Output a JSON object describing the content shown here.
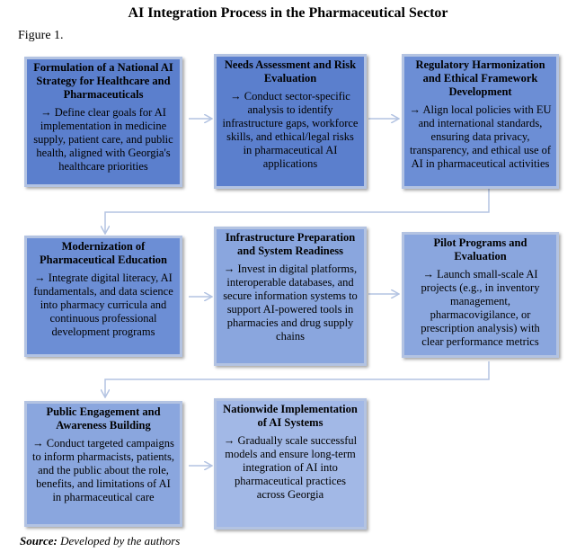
{
  "title": "AI Integration Process in the Pharmaceutical Sector",
  "figure_label": "Figure 1.",
  "steps": [
    {
      "heading": "Formulation of a National AI Strategy for Healthcare and Pharmaceuticals",
      "body": "→ Define clear goals for AI implementation in medicine supply, patient care, and public health, aligned with Georgia's healthcare priorities"
    },
    {
      "heading": "Needs Assessment and Risk Evaluation",
      "body": "→ Conduct sector-specific analysis to identify infrastructure gaps, workforce skills, and ethical/legal risks in pharmaceutical AI applications"
    },
    {
      "heading": "Regulatory Harmonization and Ethical Framework Development",
      "body": "→ Align local policies with EU and international standards, ensuring data privacy, transparency, and ethical use of AI in pharmaceutical activities"
    },
    {
      "heading": "Modernization of Pharmaceutical Education",
      "body": "→ Integrate digital literacy, AI fundamentals, and data science into pharmacy curricula and continuous professional development programs"
    },
    {
      "heading": "Infrastructure Preparation and System Readiness",
      "body": "→ Invest in digital platforms, interoperable databases, and secure information systems to support AI-powered tools in pharmacies and drug supply chains"
    },
    {
      "heading": "Pilot Programs and Evaluation",
      "body": "→ Launch small-scale AI projects (e.g., in inventory management, pharmacovigilance, or prescription analysis) with clear performance metrics"
    },
    {
      "heading": "Public Engagement and Awareness Building",
      "body": "→ Conduct targeted campaigns to inform pharmacists, patients, and the public about the role, benefits, and limitations of AI in pharmaceutical care"
    },
    {
      "heading": "Nationwide Implementation of AI Systems",
      "body": "→ Gradually scale successful models and ensure long-term integration of AI into pharmaceutical practices across Georgia"
    }
  ],
  "source": {
    "label": "Source:",
    "text": "Developed by the authors"
  },
  "colors": {
    "box_dark": "#5b7fcd",
    "box_mid": "#6c8ed5",
    "box_light": "#8aa6de",
    "box_lightest": "#a2b8e6",
    "box_border": "#b3c3e2",
    "arrow": "#b3c3e2"
  }
}
